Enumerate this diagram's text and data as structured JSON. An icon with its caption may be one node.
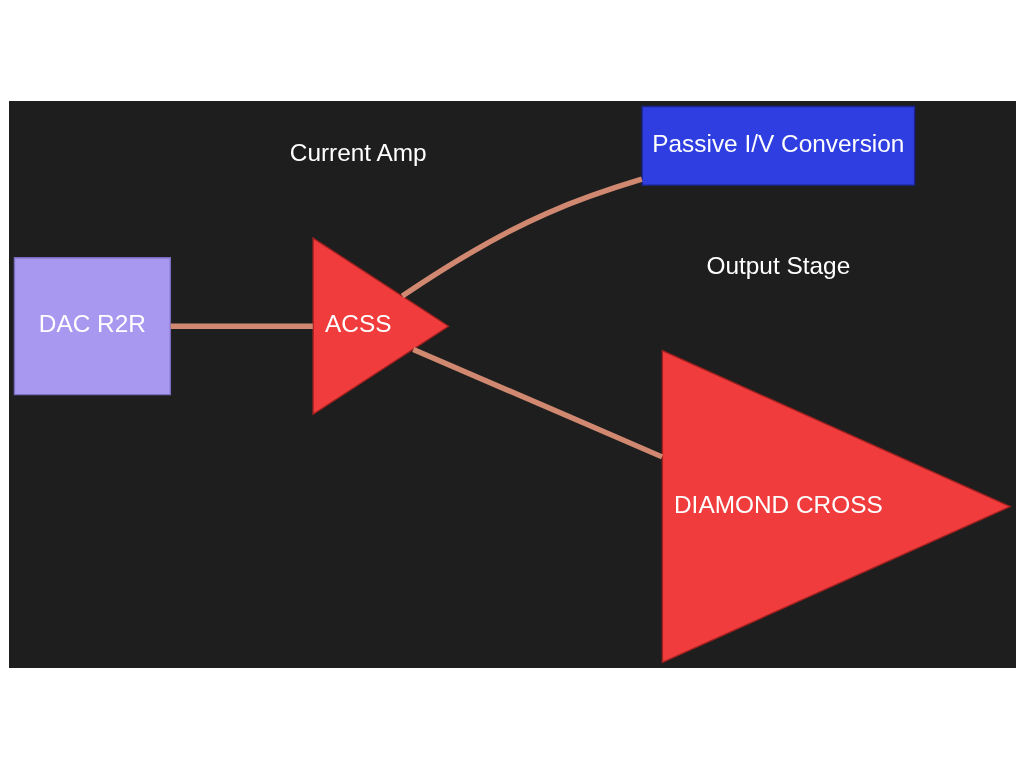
{
  "diagram": {
    "nodes": [
      {
        "text": [
          "DAC R2R"
        ]
      },
      {
        "text": [
          "ACSS"
        ],
        "beside": [
          "Current Amp"
        ]
      },
      {
        "text": [
          "Passive I/V Conversion"
        ]
      },
      {
        "text": [
          "DIAMOND CROSS"
        ],
        "beside": [
          "Output Stage"
        ]
      }
    ],
    "edges": [
      {
        "from": 0,
        "to": 1,
        "arrow": "none"
      },
      {
        "from": 1,
        "to": 3,
        "arrow": "none"
      },
      {
        "from": 1,
        "to": 2,
        "arrow": "none"
      }
    ]
  }
}
